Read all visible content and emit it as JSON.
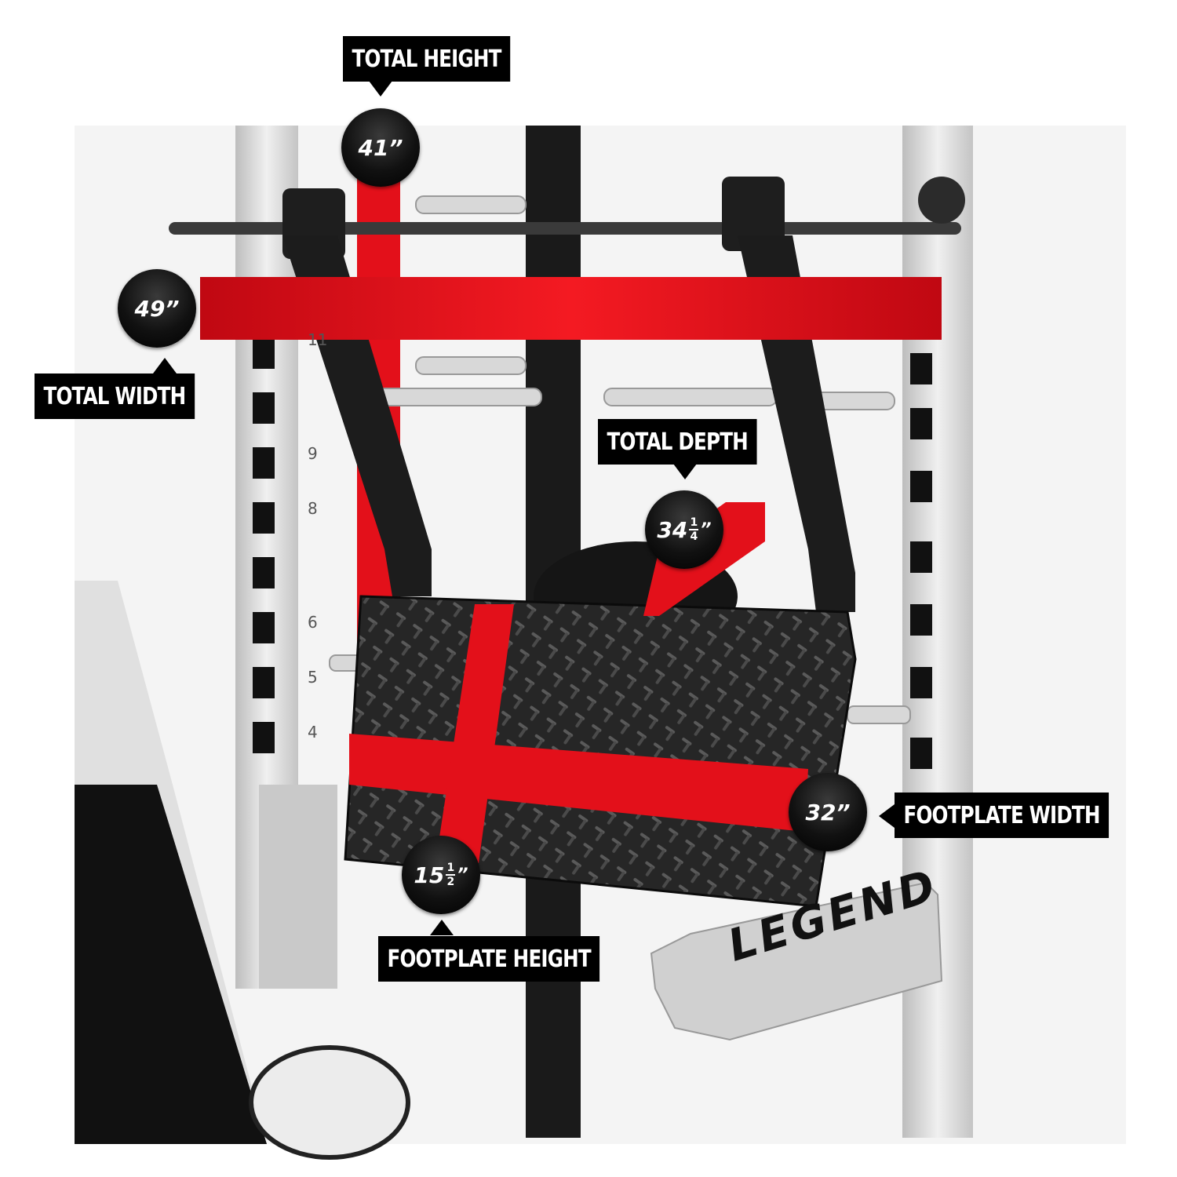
{
  "labels": {
    "total_height": "TOTAL HEIGHT",
    "total_width": "TOTAL WIDTH",
    "total_depth": "TOTAL DEPTH",
    "footplate_width": "FOOTPLATE WIDTH",
    "footplate_height": "FOOTPLATE HEIGHT"
  },
  "measurements": {
    "height": "41”",
    "width": "49”",
    "depth_whole": "34",
    "depth_num": "1",
    "depth_den": "4",
    "footplate_width": "32”",
    "footplate_height_whole": "15",
    "footplate_height_num": "1",
    "footplate_height_den": "2"
  },
  "brand": {
    "logo_text": "LEGEND"
  },
  "rack_numbers": [
    "11",
    "9",
    "8",
    "6",
    "5",
    "4"
  ],
  "colors": {
    "accent_red": "#e3101a",
    "badge": "#111111",
    "frame_silver": "#d9d9d9",
    "frame_black": "#1a1a1a"
  }
}
